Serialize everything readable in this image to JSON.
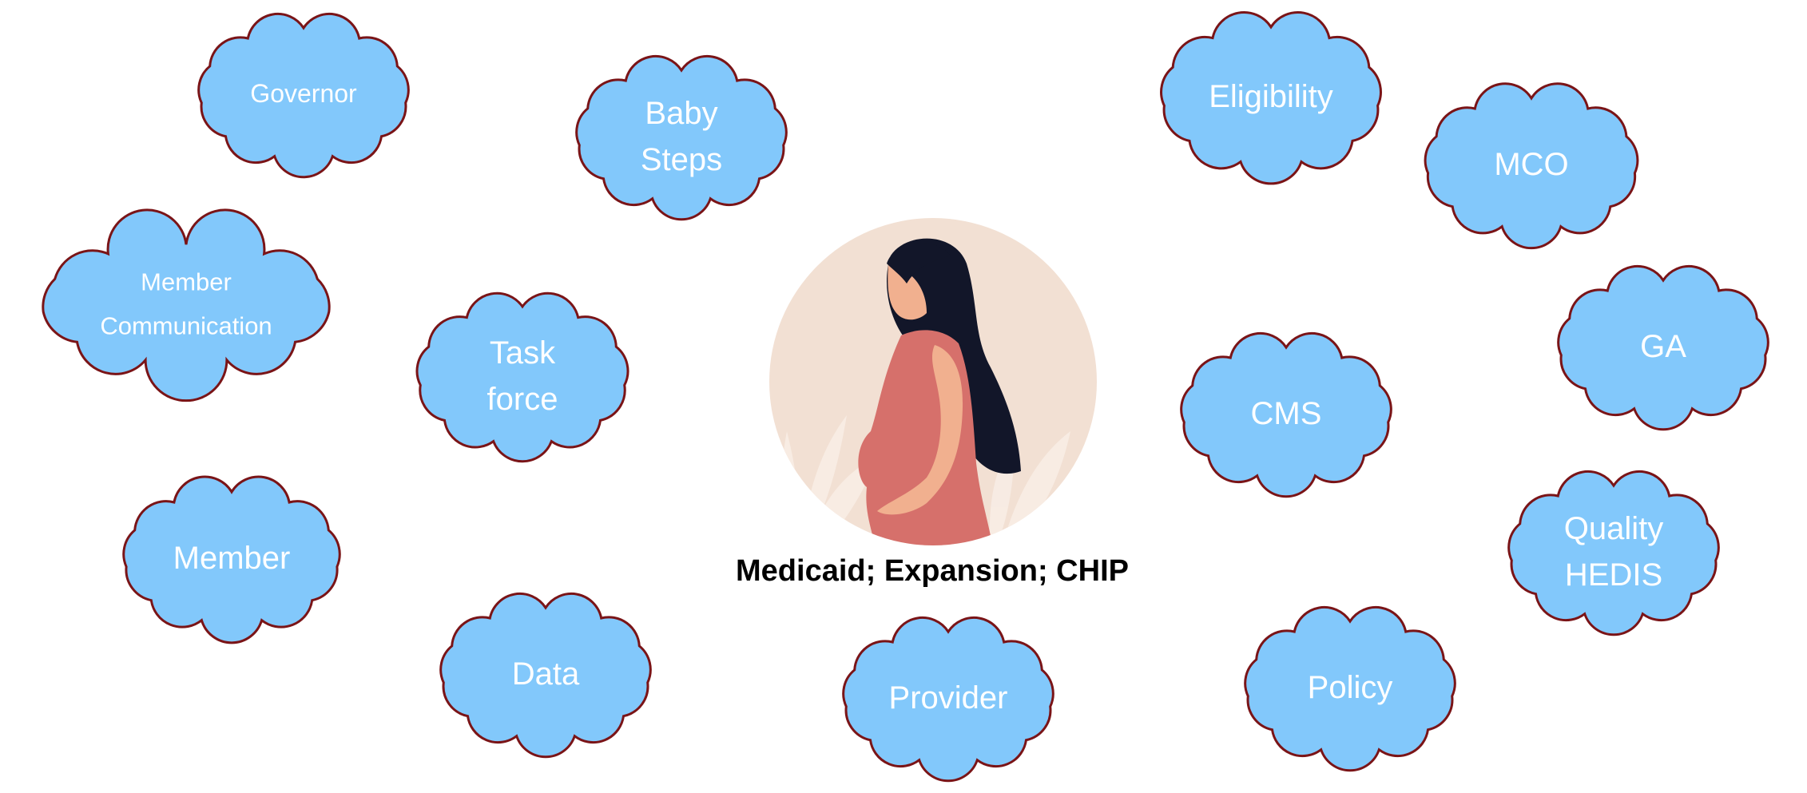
{
  "colors": {
    "cloud_fill": "#82c8fb",
    "cloud_outline": "#7a1417",
    "cloud_text": "#ffffff",
    "caption_text": "#000000",
    "portrait_circle": "#f2e0d3",
    "dress": "#d6706b",
    "hair": "#121629",
    "skin": "#f1b08f"
  },
  "center": {
    "image": "pregnant-woman-illustration",
    "caption": "Medicaid; Expansion; CHIP"
  },
  "clouds": [
    {
      "id": "governor",
      "lines": [
        "Governor"
      ]
    },
    {
      "id": "baby-steps",
      "lines": [
        "Baby",
        "Steps"
      ]
    },
    {
      "id": "eligibility",
      "lines": [
        "Eligibility"
      ]
    },
    {
      "id": "mco",
      "lines": [
        "MCO"
      ]
    },
    {
      "id": "member-communication",
      "lines": [
        "Member",
        "Communication"
      ]
    },
    {
      "id": "task-force",
      "lines": [
        "Task",
        "force"
      ]
    },
    {
      "id": "ga",
      "lines": [
        "GA"
      ]
    },
    {
      "id": "cms",
      "lines": [
        "CMS"
      ]
    },
    {
      "id": "member",
      "lines": [
        "Member"
      ]
    },
    {
      "id": "quality-hedis",
      "lines": [
        "Quality",
        "HEDIS"
      ]
    },
    {
      "id": "data",
      "lines": [
        "Data"
      ]
    },
    {
      "id": "provider",
      "lines": [
        "Provider"
      ]
    },
    {
      "id": "policy",
      "lines": [
        "Policy"
      ]
    }
  ]
}
